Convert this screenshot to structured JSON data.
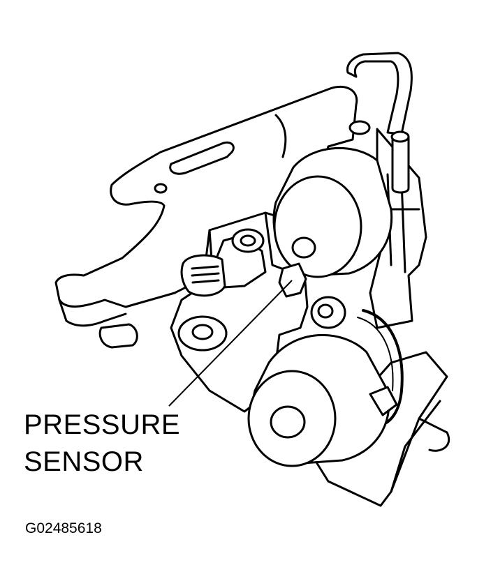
{
  "diagram": {
    "callout": {
      "line1": "PRESSURE",
      "line2": "SENSOR"
    },
    "figure_id": "G02485618",
    "colors": {
      "ink": "#000000",
      "paper": "#ffffff"
    }
  }
}
